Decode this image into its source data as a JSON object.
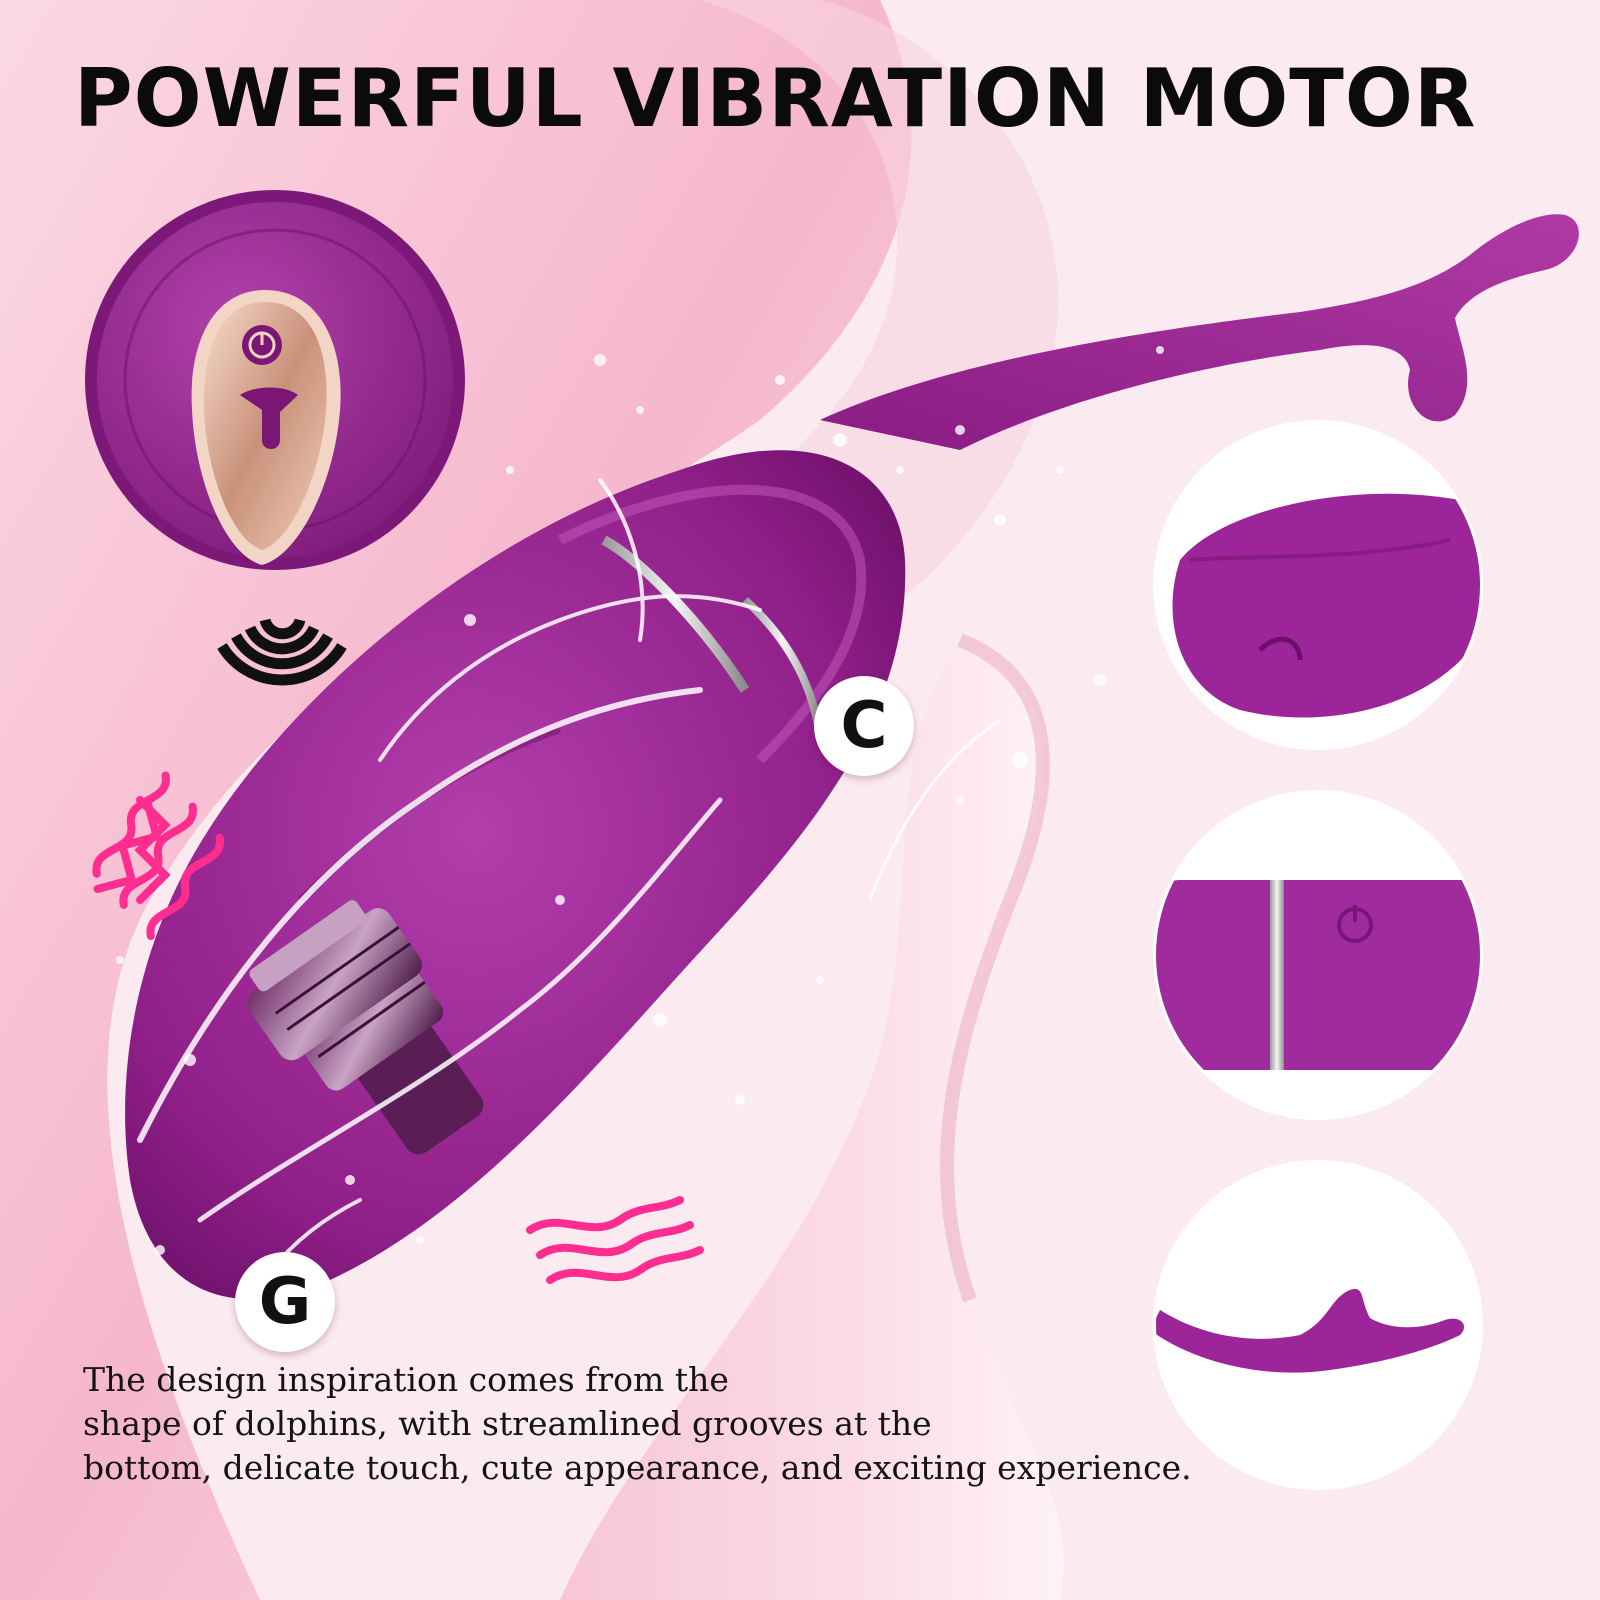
{
  "headline": "POWERFUL VIBRATION MOTOR",
  "markers": {
    "c": "C",
    "g": "G"
  },
  "description": [
    "The design inspiration comes from the",
    "shape of dolphins, with streamlined grooves at the",
    "bottom, delicate touch, cute appearance, and exciting experience."
  ],
  "colors": {
    "product": "#8e1f88",
    "product_light": "#b23aa8",
    "background": "#fbe9ef",
    "accent_pink": "#ff2d8f",
    "button_gold": "#e8c0a4"
  },
  "icons": [
    "wireless-signal-icon",
    "vibration-wave-icon",
    "power-icon"
  ]
}
